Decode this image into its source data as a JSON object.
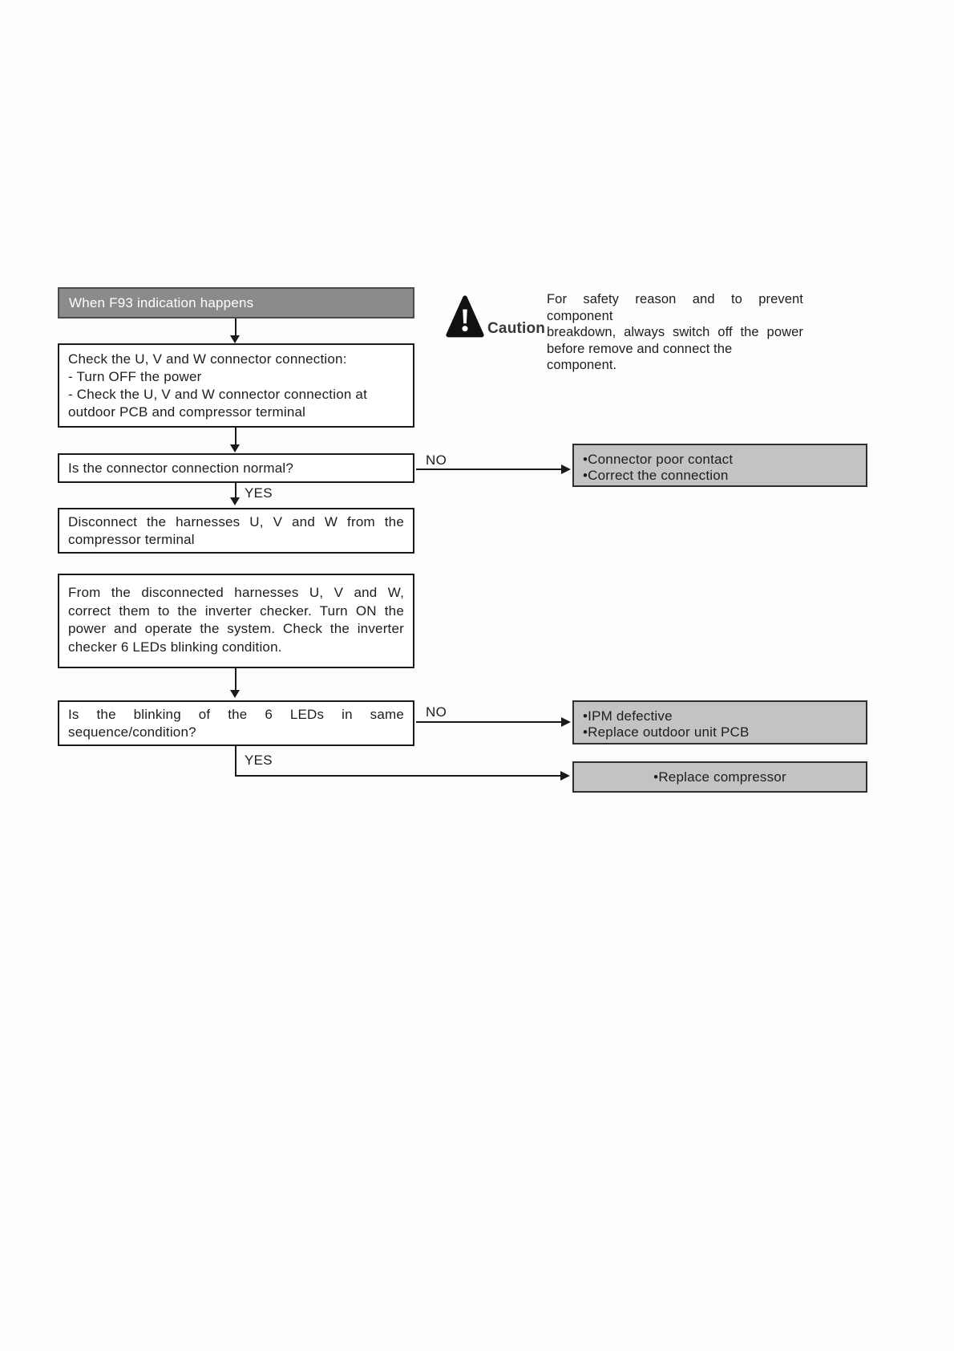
{
  "document": {
    "title_box": {
      "label": "When F93 indication happens"
    },
    "caution": {
      "label": "Caution",
      "icon": "warning-triangle-icon",
      "lines": [
        "For safety reason and to prevent component",
        "breakdown, always switch off the power",
        "before remove and connect the component."
      ]
    },
    "connectors": {
      "yes": "YES",
      "no": "NO"
    },
    "nodes": {
      "check_connection": {
        "lines": [
          "Check the U, V and W connector connection:",
          "- Turn OFF the power",
          "- Check the U, V and W connector connection at",
          "outdoor PCB and compressor terminal"
        ]
      },
      "q_connection_normal": {
        "text": "Is the connector connection normal?"
      },
      "result_poor_contact": {
        "lines": [
          "•Connector poor contact",
          "•Correct the connection"
        ]
      },
      "disconnect_harnesses": {
        "lines": [
          "Disconnect the harnesses U, V and W from the",
          "compressor terminal"
        ]
      },
      "inverter_checker": {
        "lines": [
          "From the disconnected harnesses U, V and W,",
          "correct them to the inverter checker. Turn ON the",
          "power and operate the system. Check the inverter",
          "checker 6 LEDs blinking condition."
        ]
      },
      "q_led_blinking": {
        "lines": [
          "Is the blinking of the 6 LEDs in same",
          "sequence/condition?"
        ]
      },
      "result_ipm": {
        "lines": [
          "•IPM defective",
          "•Replace outdoor unit PCB"
        ]
      },
      "result_compressor": {
        "lines": [
          "•Replace compressor"
        ]
      }
    },
    "colors": {
      "title_bg": "#8b8b8b",
      "result_bg": "#c3c3c3",
      "line": "#1a1a1a",
      "title_text": "#ffffff"
    }
  }
}
